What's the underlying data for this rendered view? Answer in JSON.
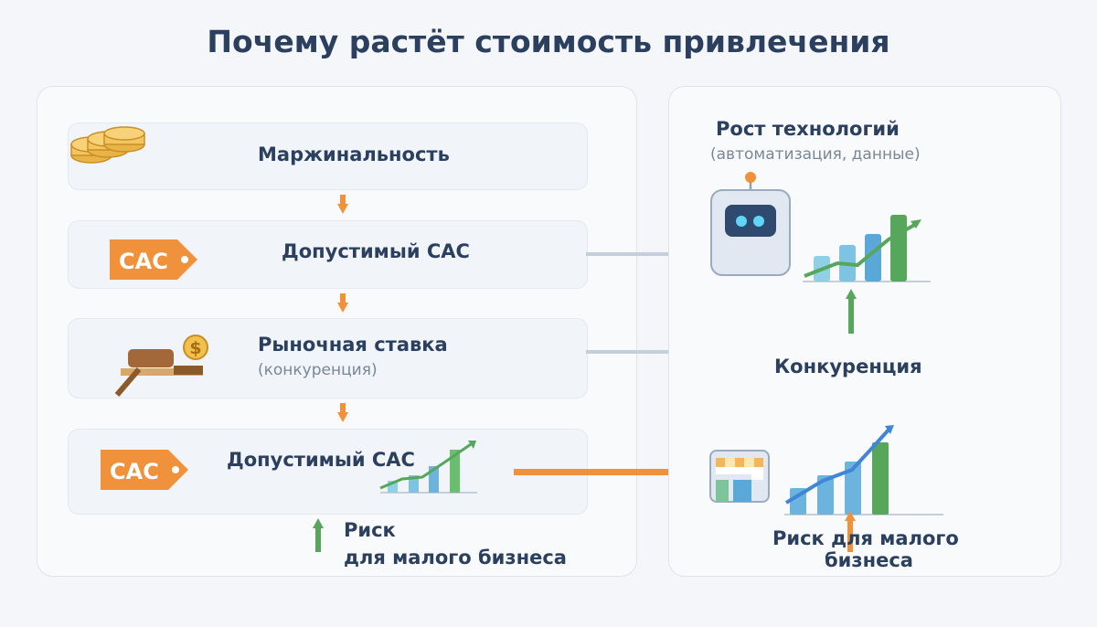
{
  "title": "Почему растёт стоимость привлечения",
  "left": {
    "margin_label": "Маржинальность",
    "allowed_cac_label": "Допустимый CAC",
    "cac_tag": "CAC",
    "market_rate_label": "Рыночная ставка",
    "market_rate_sub": "(конкуренция)",
    "allowed_cac_label_2": "Допустимый CAC",
    "cac_tag_2": "CAC",
    "risk_line1": "Риск",
    "risk_line2": "для малого бизнеса"
  },
  "right": {
    "tech_label": "Рост технологий",
    "tech_sub": "(автоматизация, данные)",
    "competition_label": "Конкуренция",
    "risk_line1": "Риск для малого",
    "risk_line2": "бизнеса"
  },
  "colors": {
    "orange": "#f0913b",
    "green": "#56a65c",
    "blue": "#4a8fd6",
    "navy": "#2b3f5e",
    "gray_arrow": "#c5cfdc"
  },
  "icons": [
    "coins-icon",
    "price-tag-icon",
    "gavel-coin-icon",
    "robot-icon",
    "growth-chart-icon",
    "storefront-icon"
  ]
}
